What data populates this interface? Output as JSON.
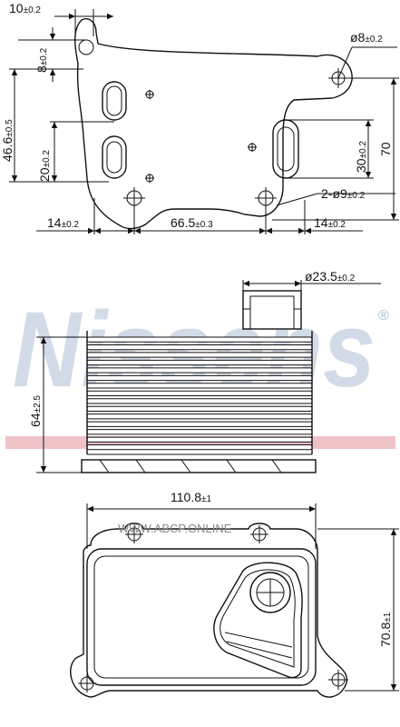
{
  "brand": {
    "logo_text": "Nissens",
    "registered_mark": "®",
    "logo_color": "#a9b9cf",
    "stripe_color": "#d98c95"
  },
  "watermark": {
    "text": "WWW.ABCP.ONLINE"
  },
  "top_view": {
    "dims": {
      "top_width": {
        "value": "10",
        "tol": "±0.2"
      },
      "top_offset": {
        "value": "8",
        "tol": "±0.2"
      },
      "left_height": {
        "value": "46.6",
        "tol": "±0.5"
      },
      "slot_length": {
        "value": "20",
        "tol": "±0.2"
      },
      "bottom_left": {
        "value": "14",
        "tol": "±0.2"
      },
      "bottom_mid": {
        "value": "66.5",
        "tol": "±0.3"
      },
      "bottom_right": {
        "value": "14",
        "tol": "±0.2"
      },
      "hole_diameter": {
        "value": "ø8",
        "tol": "±0.2"
      },
      "right_slot": {
        "value": "30",
        "tol": "±0.2"
      },
      "right_height": {
        "value": "70",
        "tol": ""
      },
      "holes_count": {
        "value": "2-ø9",
        "tol": "±0.2"
      }
    }
  },
  "side_view": {
    "dims": {
      "port_diameter": {
        "value": "ø23.5",
        "tol": "±0.2"
      },
      "height": {
        "value": "64",
        "tol": "±2.5"
      }
    },
    "fin_count": 15
  },
  "bottom_view": {
    "dims": {
      "width": {
        "value": "110.8",
        "tol": "±1"
      },
      "height": {
        "value": "70.8",
        "tol": "±1"
      }
    }
  }
}
